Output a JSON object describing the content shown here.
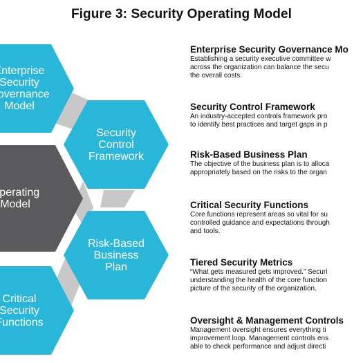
{
  "title": "Figure 3:  Security Operating Model",
  "colors": {
    "hex_blue": "#29b6d8",
    "hex_dark": "#5a5a5c",
    "connector_gray": "#c8c8c8",
    "text": "#111111"
  },
  "hexagons": [
    {
      "id": "enterprise",
      "lines": [
        "Enterprise",
        "Security",
        "Governance",
        "Model"
      ]
    },
    {
      "id": "framework",
      "lines": [
        "Security",
        "Control",
        "Framework"
      ]
    },
    {
      "id": "operating",
      "lines": [
        "Operating",
        "Model"
      ]
    },
    {
      "id": "plan",
      "lines": [
        "Risk-Based",
        "Business",
        "Plan"
      ]
    },
    {
      "id": "critical",
      "lines": [
        "Critical",
        "Security",
        "Functions"
      ]
    }
  ],
  "sections": [
    {
      "heading": "Enterprise Security Governance Mo",
      "lines": [
        "Establishing a security executive committee w",
        "across the organization can balance the secu",
        "the overall costs."
      ]
    },
    {
      "heading": "Security Control Framework",
      "lines": [
        "An industry-accepted controls framework pro",
        "to identify best practices and target gaps in p"
      ]
    },
    {
      "heading": "Risk-Based Business Plan",
      "lines": [
        "The objective of the business plan is to alloca",
        "appropriately based on the risks to the organ"
      ]
    },
    {
      "heading": "Critical Security Functions",
      "lines": [
        "Core functions represent areas so vital for su",
        "controlled guidance and expectations through",
        "and tools."
      ]
    },
    {
      "heading": "Tiered Security Metrics",
      "lines": [
        "“What gets measured gets improved.” Securi",
        "understanding the health of the core function",
        "picture of the security of the organization."
      ]
    },
    {
      "heading": "Oversight & Management Controls",
      "lines": [
        "Management oversight ensures everything ti",
        "improvement loop. Management controls ens",
        "able to check performance and adjust directi"
      ]
    }
  ]
}
